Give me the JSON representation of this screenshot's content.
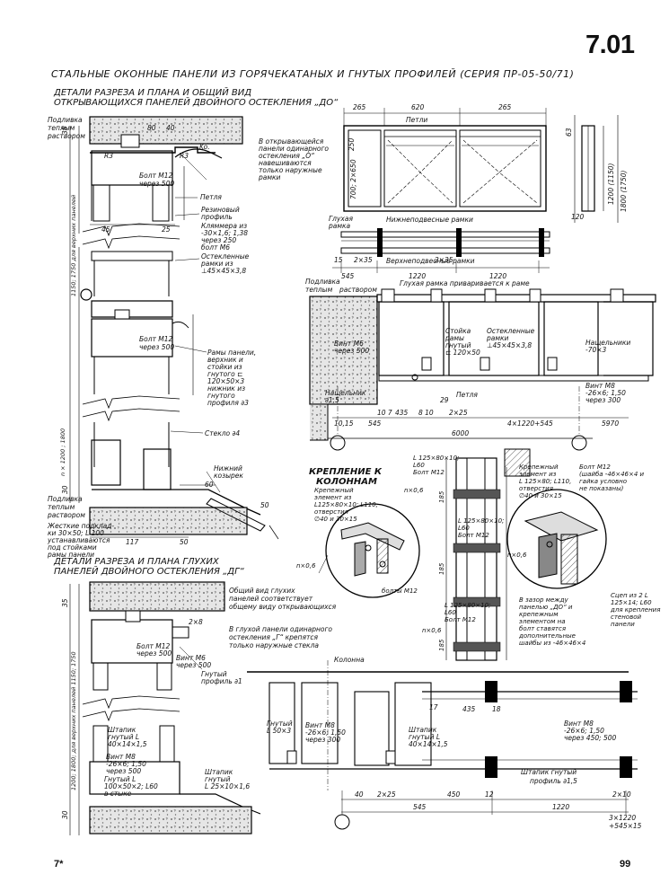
{
  "page_number": "7.01",
  "title": "СТАЛЬНЫЕ ОКОННЫЕ ПАНЕЛИ ИЗ ГОРЯЧЕКАТАНЫХ И ГНУТЫХ ПРОФИЛЕЙ (СЕРИЯ ПР-05-50/71)",
  "footer_left": "7*",
  "footer_right": "99",
  "sections": {
    "s1_line1": "ДЕТАЛИ РАЗРЕЗА И ПЛАНА И ОБЩИЙ ВИД",
    "s1_line2": "ОТКРЫВАЮЩИХСЯ ПАНЕЛЕЙ ДВОЙНОГО ОСТЕКЛЕНИЯ „ДО“",
    "s2_line1": "ДЕТАЛИ РАЗРЕЗА И ПЛАНА ГЛУХИХ",
    "s2_line2": "ПАНЕЛЕЙ ДВОЙНОГО ОСТЕКЛЕНИЯ „ДГ“",
    "s3_line1": "КРЕПЛЕНИЕ К",
    "s3_line2": "КОЛОННАМ"
  },
  "notes": {
    "podlivka1": "Подливка",
    "podlivka2": "теплым",
    "podlivka3": "раствором",
    "otkr1": "В открывающейся",
    "otkr2": "панели одинарного",
    "otkr3": "остекления „О“",
    "otkr4": "навешиваются",
    "otkr5": "только наружные",
    "otkr6": "рамки",
    "bolt1": "Болт M12",
    "bolt1b": "через 500",
    "petlya": "Петля",
    "rez1": "Резиновый",
    "rez2": "профиль",
    "klam1": "Кляммера из",
    "klam2": "-30×1,6; 1,38",
    "klam3": "через 250",
    "klam4": "болт M6",
    "ost1": "Остекленные",
    "ost2": "рамки из",
    "ost3": "⊥45×45×3,8",
    "vert_dim1": "1150; 1750  для верхних панелей",
    "vert_dim2": "n × 1200 ; 1800",
    "rama1": "Рамы панели,",
    "rama2": "верхник и",
    "rama3": "стойки из",
    "rama4": "гнутого ⊏",
    "rama5": "120×50×3",
    "rama6": "нижник из",
    "rama7": "гнутого",
    "rama8": "профиля ∂3",
    "steklo": "Стекло ∂4",
    "kozyr1": "Нижний",
    "kozyr2": "козырек",
    "zhest1": "Жесткие подклад-",
    "zhest2": "ки 30×50; L 100",
    "zhest3": "устанавливаются",
    "zhest4": "под стойками",
    "zhest5": "рамы панели",
    "petli": "Петли",
    "glux1": "Глухая",
    "glux2": "рамка",
    "nizh": "Нижнеподвесные  рамки",
    "verh": "Верхнеподвесные  рамки",
    "glux_pr": "Глухая рамка приваривается к раме",
    "vint_m6": "Винт M6",
    "vint_m6b": "через 500",
    "stoika1": "Стойка",
    "stoika2": "рамы",
    "stoika3": "гнутый",
    "stoika4": "⊏ 120×50",
    "ost_r1": "Остекленные",
    "ost_r2": "рамки",
    "ost_r3": "⊥45×45×3,8",
    "nasch1": "Нащельники",
    "nasch2": "-70×3",
    "nasch_l": "Нащельник",
    "nasch_l2": "∂1,5",
    "petlya2": "Петля",
    "vint_m8": "Винт M8",
    "vint_m8b": "-26×6; 1,50",
    "vint_m8c": "через 300",
    "kr_el1": "Крепежный",
    "kr_el2": "элемент из",
    "kr_el3": "L125×80×10; L110,",
    "kr_el4": "отверстия",
    "kr_el5": "∅40 и 30×15",
    "l125a": "L 125×80×10;",
    "l125b": "L60",
    "l125c": "Болт M12",
    "bolty": "болты M12",
    "kr_r1": "Крепежный",
    "kr_r2": "элемент из",
    "kr_r3": "L 125×80; L110,",
    "kr_r4": "отверстия",
    "kr_r5": "∅40 и 30×15",
    "bolt_r1": "Болт M12",
    "bolt_r2": "(шайба -46×46×4 и",
    "bolt_r3": "гайка условно",
    "bolt_r4": "не показаны)",
    "zazor1": "В зазор между",
    "zazor2": "панелью „ДО“ и",
    "zazor3": "крепежным",
    "zazor4": "элементом на",
    "zazor5": "болт ставятся",
    "zazor6": "дополнительные",
    "zazor7": "шайбы из -46×46×4",
    "scep1": "Сцеп из 2 L",
    "scep2": "125×14; L60",
    "scep3": "для крепления",
    "scep4": "стеновой",
    "scep5": "панели",
    "obsch1": "Общий вид глухих",
    "obsch2": "панелей соответствует",
    "obsch3": "общему виду открывающихся",
    "vgl1": "В глухой панели одинарного",
    "vgl2": "остекления „Г“ крепятся",
    "vgl3": "только наружные стекла",
    "gnut1": "Гнутый",
    "gnut2": "профиль ∂1",
    "shtap1": "Штапик",
    "shtap2": "гнутый L",
    "shtap3": "40×14×1,5",
    "vint8a": "Винт M8",
    "vint8b": "-26×6; 1,50",
    "vint8c": "через 500",
    "gnut_l1": "Гнутый L",
    "gnut_l2": "100×50×2; L60",
    "gnut_l3": "в стыке",
    "shtap_l1": "Штапик",
    "shtap_l2": "гнутый",
    "shtap_l3": "L 25×10×1,6",
    "dg_vdim": "1200; 1800; для верхних панелей 1150; 1750",
    "kolonna": "Колонна",
    "gn_l50": "Гнутый",
    "gn_l50b": "L 50×3",
    "vint_b1": "Винт M8",
    "vint_b2": "-26×6; 1,50",
    "vint_b3": "через 300",
    "shtap_b1": "Штапик",
    "shtap_b2": "гнутый L",
    "shtap_b3": "40×14×1,5",
    "vint_r1": "Винт M8",
    "vint_r2": "-26×6; 1,50",
    "vint_r3": "через 450; 500",
    "shtap_gn": "Штапик гнутый",
    "shtap_gn2": "профиль ∂1,5"
  },
  "dims": {
    "d265a": "265",
    "d620": "620",
    "d265b": "265",
    "d545": "545",
    "d1220a": "1220",
    "d1220b": "1220",
    "d15": "15",
    "d2x35a": "2×35",
    "d2x35b": "2×35",
    "d6000": "6000",
    "d4x": "4×1220+545",
    "d5970": "5970",
    "d10_15": "10,15",
    "d435": "435",
    "d810": "8 10",
    "d2x25": "2×25",
    "d29": "29",
    "d107": "10 7",
    "d117": "117",
    "d50": "50",
    "d60": "60",
    "d30": "30",
    "d35": "35",
    "d80": "80",
    "d40": "40",
    "d45": "45",
    "d25": "25",
    "dR3": "R3",
    "dK": "Ko.",
    "d1200": "1200 (1150)",
    "d1800": "1800 (1750)",
    "d250": "250",
    "d700": "700; 2×650",
    "d63": "63",
    "d120": "120",
    "d185": "185",
    "dx06": "n×0,6",
    "d1220c": "1220",
    "d3x1220": "3×1220",
    "d545_15": "+545×15",
    "d12": "12",
    "d40b": "40",
    "d450": "450",
    "d17": "17",
    "d18": "18",
    "d2x10": "2×10",
    "d2x8": "2×8"
  }
}
